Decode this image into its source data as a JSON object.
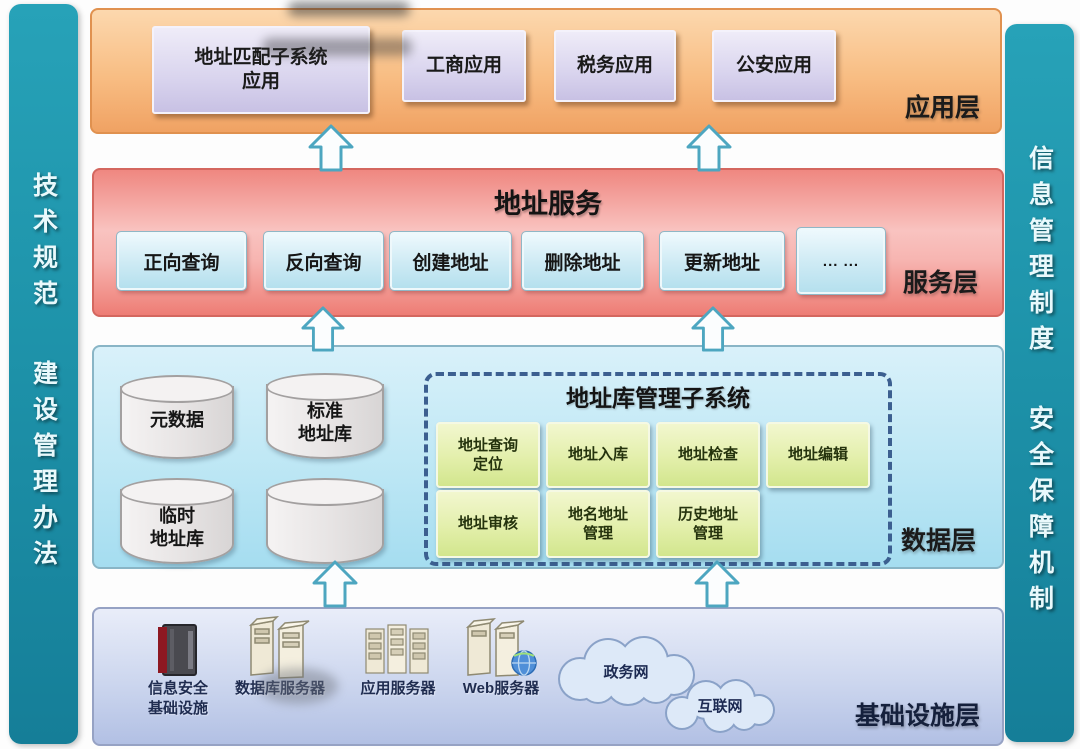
{
  "sidebars": {
    "left": [
      "技术规范",
      "建设管理办法"
    ],
    "right": [
      "信息管理制度",
      "安全保障机制"
    ]
  },
  "app_layer": {
    "label": "应用层",
    "boxes": [
      {
        "label": "地址匹配子系统\n应用"
      },
      {
        "label": "工商应用"
      },
      {
        "label": "税务应用"
      },
      {
        "label": "公安应用"
      }
    ]
  },
  "service_layer": {
    "label": "服务层",
    "title": "地址服务",
    "services": [
      "正向查询",
      "反向查询",
      "创建地址",
      "删除地址",
      "更新地址",
      "... ..."
    ]
  },
  "data_layer": {
    "label": "数据层",
    "cylinders": [
      "元数据",
      "标准\n地址库",
      "临时\n地址库",
      ""
    ],
    "subsystem": {
      "title": "地址库管理子系统",
      "modules_row1": [
        "地址查询\n定位",
        "地址入库",
        "地址检查",
        "地址编辑"
      ],
      "modules_row2": [
        "地址审核",
        "地名地址\n管理",
        "历史地址\n管理"
      ]
    }
  },
  "infra_layer": {
    "label": "基础设施层",
    "items": [
      {
        "label": "信息安全\n基础设施",
        "icon": "security-server-icon"
      },
      {
        "label": "数据库服务器",
        "icon": "database-server-icon"
      },
      {
        "label": "应用服务器",
        "icon": "app-server-icon"
      },
      {
        "label": "Web服务器",
        "icon": "web-server-icon"
      }
    ],
    "clouds": [
      "政务网",
      "互联网"
    ]
  },
  "colors": {
    "sidebar_teal": "#1e95ab",
    "app_orange": "#f5ad6c",
    "service_red": "#ef837c",
    "data_blue": "#b9e4f2",
    "infra_periwinkle": "#c4cfea",
    "module_green": "#e3efab",
    "box_lavender": "#d9d4ee",
    "service_box_blue": "#cdeaf4",
    "arrow_outline": "#4da6c0",
    "dashed_border": "#3c5f90"
  }
}
